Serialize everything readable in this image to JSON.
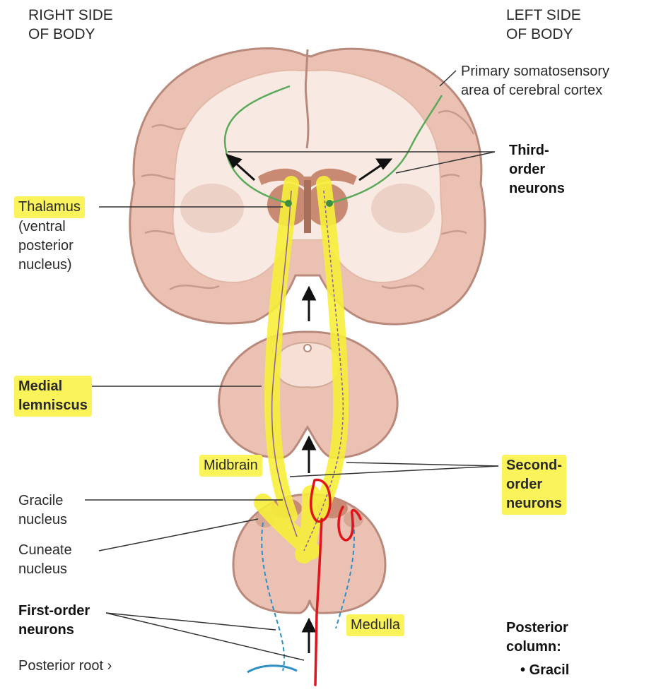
{
  "labels": {
    "right_side": "RIGHT SIDE\nOF BODY",
    "left_side": "LEFT SIDE\nOF BODY",
    "primary_area": "Primary somatosensory\narea of cerebral cortex",
    "third_order": "Third-\norder\nneurons",
    "thalamus": "Thalamus",
    "thalamus_sub": "(ventral\nposterior\nnucleus)",
    "medial_lemniscus": "Medial\nlemniscus",
    "midbrain": "Midbrain",
    "second_order": "Second-\norder\nneurons",
    "gracile": "Gracile\nnucleus",
    "cuneate": "Cuneate\nnucleus",
    "first_order": "First-order\nneurons",
    "medulla": "Medulla",
    "posterior_column": "Posterior\ncolumn:",
    "posterior_column_cut": "Gracil",
    "posterior_root": "Posterior root"
  },
  "colors": {
    "brain": "#eac1b3",
    "brain_outline": "#b98a7c",
    "white_matter": "#f8e9e2",
    "thalamus": "#c98a73",
    "pathway_highlight": "#f7ef3a",
    "third_order_fiber": "#5aaa5a",
    "first_order_fiber": "#2d8fc7",
    "annotation": "#e0141b"
  }
}
